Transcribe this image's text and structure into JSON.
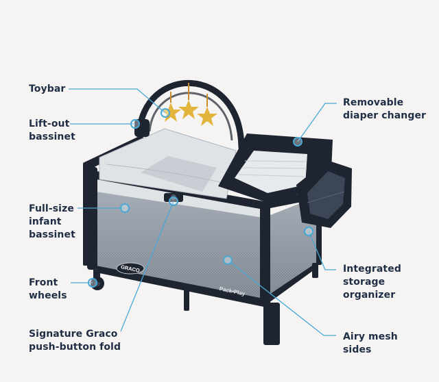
{
  "labels": {
    "toybar": "Toybar",
    "lift_out": "Lift-out\nbassinet",
    "full_size": "Full-size\ninfant\nbassinet",
    "front_wheels": "Front\nwheels",
    "signature": "Signature Graco\npush-button fold",
    "removable": "Removable\ndiaper changer",
    "integrated": "Integrated\nstorage\norganizer",
    "airy": "Airy mesh\nsides"
  },
  "product": {
    "brand_logo": "GRACO",
    "model_text": "Pack•Play"
  },
  "colors": {
    "accent": "#47a8d6",
    "label": "#1f2e45",
    "frame": "#1e2430",
    "mesh": "#8c95a2",
    "fabric": "#dfe3e6",
    "background": "#f5f4f2",
    "toy_star": "#e2b43b"
  }
}
